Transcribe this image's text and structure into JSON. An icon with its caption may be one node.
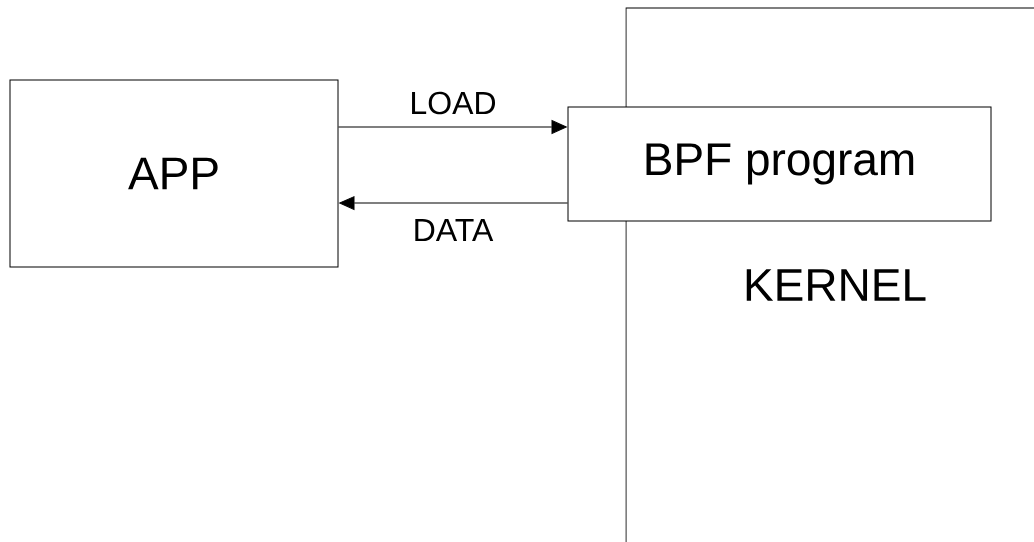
{
  "diagram": {
    "nodes": [
      {
        "text": [
          "APP"
        ]
      },
      {
        "text": [
          "KERNEL"
        ]
      },
      {
        "text": [
          "BPF program"
        ]
      }
    ],
    "edges": [
      {
        "from": 0,
        "to": 2,
        "arrow": "to",
        "label": "LOAD"
      },
      {
        "from": 2,
        "to": 0,
        "arrow": "to",
        "label": "DATA"
      }
    ]
  }
}
